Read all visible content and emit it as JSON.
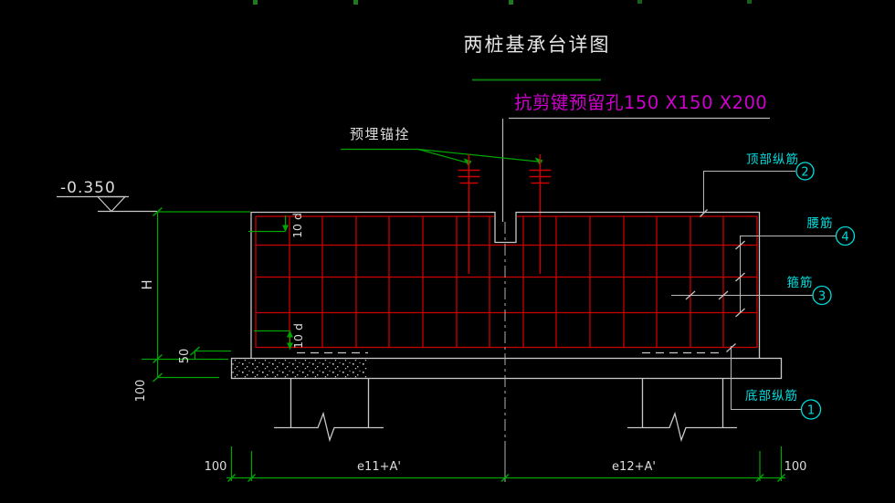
{
  "title": "两桩基承台详图",
  "notes": {
    "shear_key_label": "抗剪键预留孔150 X150 X200",
    "anchor_label": "预埋锚拴"
  },
  "elevation": {
    "value": "-0.350"
  },
  "dimensions": {
    "height_label": "H",
    "pile_embed": "50",
    "cushion_thickness": "100",
    "hook_top": "10 d",
    "hook_bottom": "10 d",
    "bottom_left_edge": "100",
    "span_left": "e11+A'",
    "span_right": "e12+A'",
    "bottom_right_edge": "100"
  },
  "callouts": {
    "top_bars": {
      "label": "顶部纵筋",
      "number": "2"
    },
    "waist_bars": {
      "label": "腰筋",
      "number": "4"
    },
    "stirrups": {
      "label": "箍筋",
      "number": "3"
    },
    "bottom_bars": {
      "label": "底部纵筋",
      "number": "1"
    }
  },
  "colors": {
    "background": "#000000",
    "outline_gray": "#c8c8c8",
    "rebar_red": "#cc0000",
    "dimension_green": "#00a400",
    "callout_cyan": "#00dcdc",
    "note_magenta": "#cf00cf",
    "title_underline_green": "#0c7a0c",
    "text_white": "#dcdcdc"
  }
}
